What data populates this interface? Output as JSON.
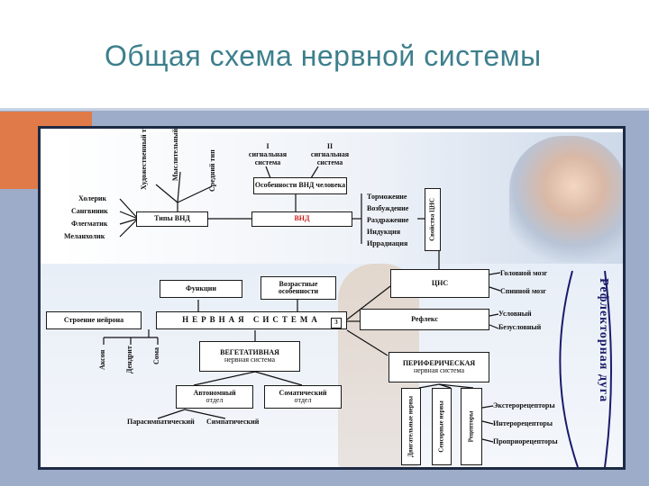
{
  "slide": {
    "title": "Общая схема нервной системы"
  },
  "diagram": {
    "top": {
      "types_vertical": [
        "Художественный тип",
        "Мыслительный тип",
        "Средний тип"
      ],
      "signal_systems": [
        {
          "num": "I",
          "text": "сигнальная система"
        },
        {
          "num": "II",
          "text": "сигнальная система"
        }
      ],
      "vnd_features": "Особенности ВНД человека",
      "temperaments": [
        "Холерик",
        "Сангвиник",
        "Флегматик",
        "Меланхолик"
      ],
      "vnd_types": "Типы ВНД",
      "vnd": "ВНД",
      "processes": [
        "Торможение",
        "Возбуждение",
        "Раздражение",
        "Индукция",
        "Иррадиация"
      ],
      "cns_properties": "Свойства ЦНС"
    },
    "middle": {
      "function": "Функции",
      "age_features": "Возрастные особенности",
      "cns": "ЦНС",
      "brain": "Головной мозг",
      "spinal": "Спинной мозг",
      "neuron_structure": "Строение нейрона",
      "nervous_system": "НЕРВНАЯ СИСТЕМА",
      "badge": "3",
      "reflex": "Рефлекс",
      "reflex_types": [
        "Условный",
        "Безусловный"
      ],
      "neuron_parts": [
        "Аксон",
        "Дендрит",
        "Сома"
      ]
    },
    "bottom": {
      "vegetative": [
        "ВЕГЕТАТИВНАЯ",
        "нервная система"
      ],
      "peripheral": [
        "ПЕРИФЕРИЧЕСКАЯ",
        "нервная система"
      ],
      "autonomic": [
        "Автономный",
        "отдел"
      ],
      "somatic": [
        "Соматический",
        "отдел"
      ],
      "parasympathetic": "Парасимпатический",
      "sympathetic": "Симпатический",
      "nerve_boxes": [
        "Двигательные нервы",
        "Сенсорные нервы",
        "Рецепторы"
      ],
      "receptors": [
        "Экстерорецепторы",
        "Интерорецепторы",
        "Проприорецепторы"
      ],
      "reflex_arc": "Рефлекторная дуга"
    }
  }
}
